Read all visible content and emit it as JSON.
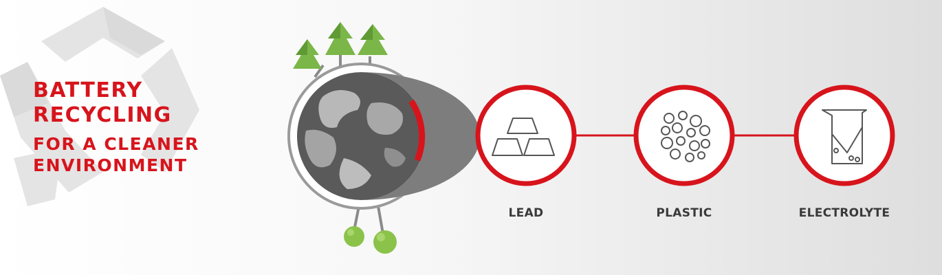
{
  "headline": {
    "line1": "BATTERY",
    "line2": "RECYCLING",
    "line3": "FOR A CLEANER",
    "line4": "ENVIRONMENT"
  },
  "materials": [
    {
      "label": "LEAD",
      "icon": "ingots-icon"
    },
    {
      "label": "PLASTIC",
      "icon": "pellets-icon"
    },
    {
      "label": "ELECTROLYTE",
      "icon": "beaker-icon"
    }
  ],
  "colors": {
    "accent": "#d7141c",
    "text": "#3a3a3a",
    "tree": "#7ab648",
    "globe": "#5a5a5a"
  }
}
